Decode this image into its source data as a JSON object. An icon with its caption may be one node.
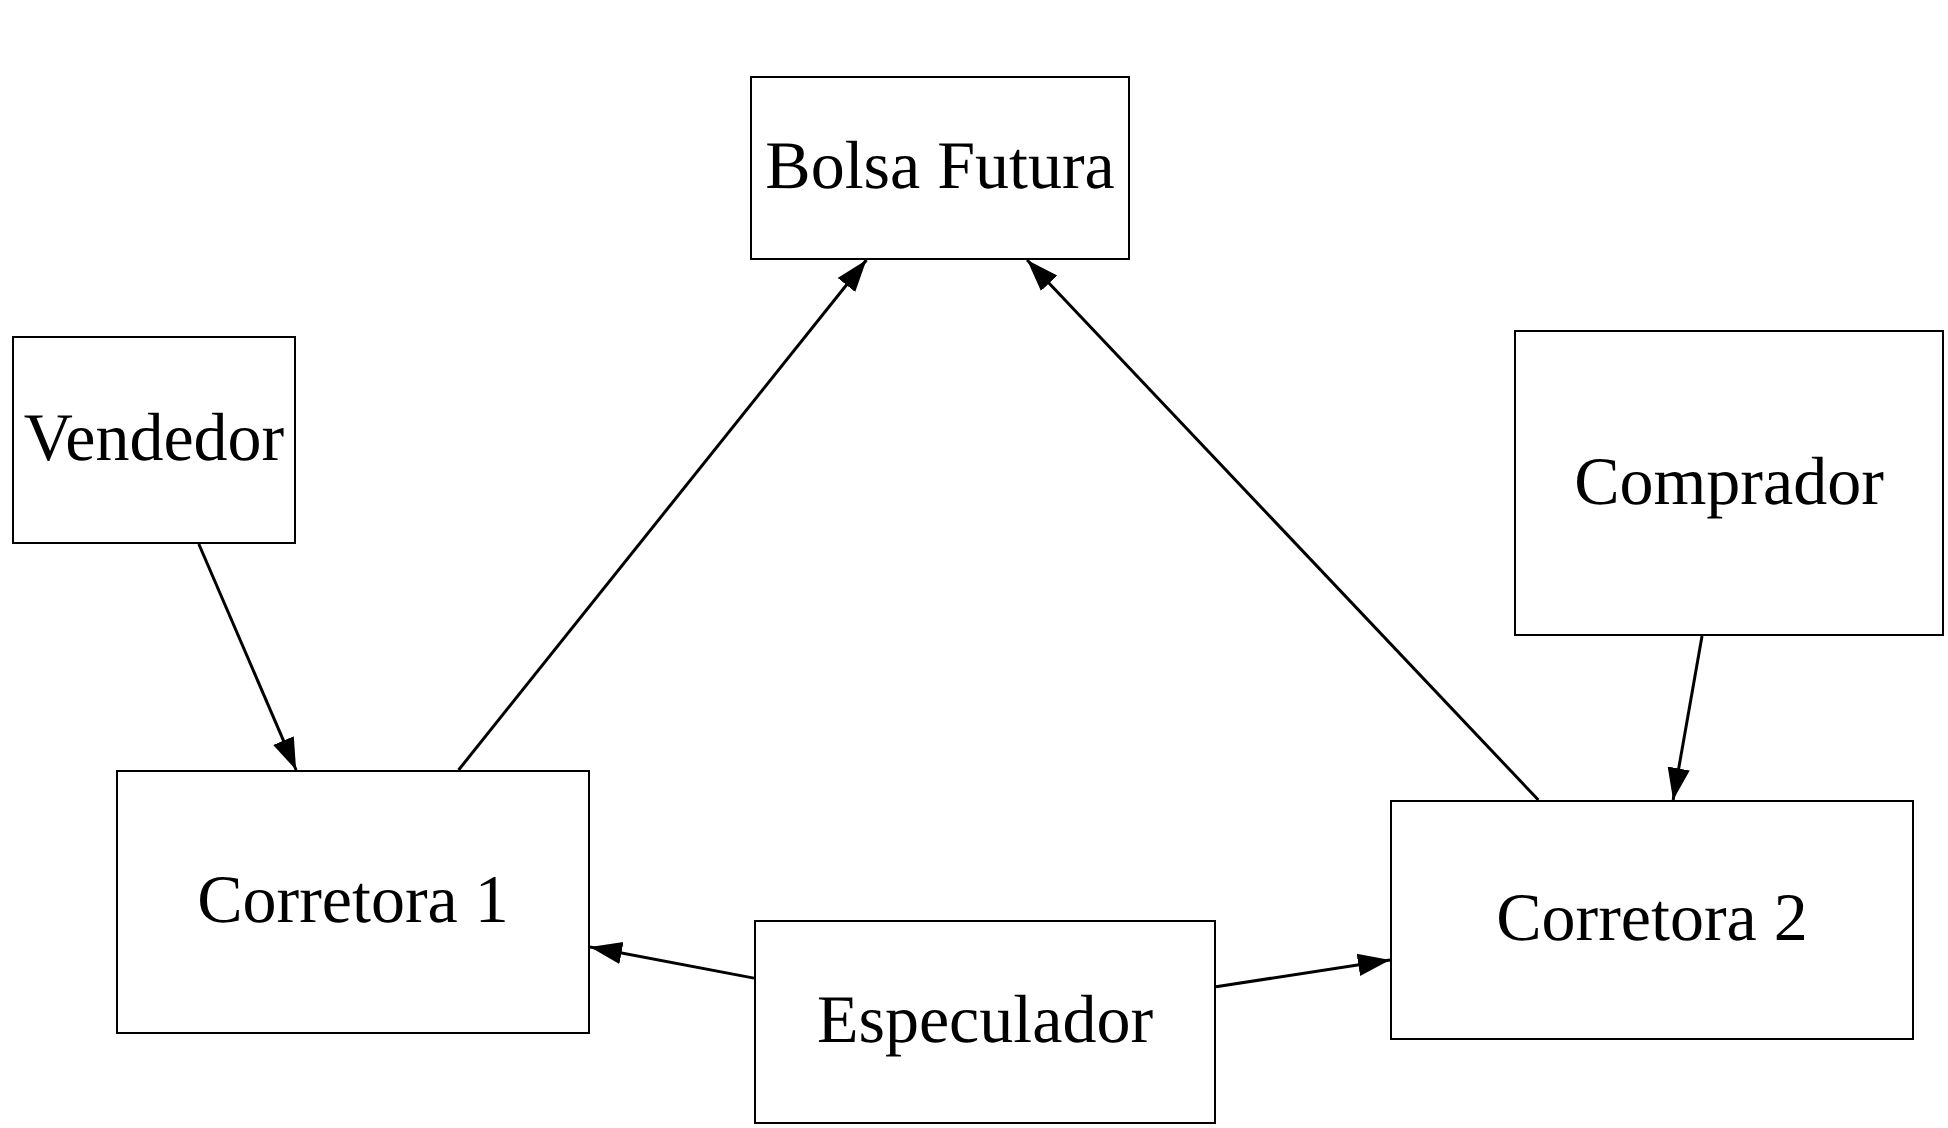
{
  "diagram": {
    "nodes": [
      {
        "text": [
          "Bolsa Futura"
        ]
      },
      {
        "text": [
          "Vendedor"
        ]
      },
      {
        "text": [
          "Comprador"
        ]
      },
      {
        "text": [
          "Corretora 1"
        ]
      },
      {
        "text": [
          "Corretora 2"
        ]
      },
      {
        "text": [
          "Especulador"
        ]
      }
    ],
    "edges": [
      {
        "from": 1,
        "to": 3,
        "arrow": "to"
      },
      {
        "from": 2,
        "to": 4,
        "arrow": "to"
      },
      {
        "from": 3,
        "to": 0,
        "arrow": "to"
      },
      {
        "from": 4,
        "to": 0,
        "arrow": "to"
      },
      {
        "from": 5,
        "to": 3,
        "arrow": "to"
      },
      {
        "from": 5,
        "to": 4,
        "arrow": "to"
      }
    ]
  }
}
